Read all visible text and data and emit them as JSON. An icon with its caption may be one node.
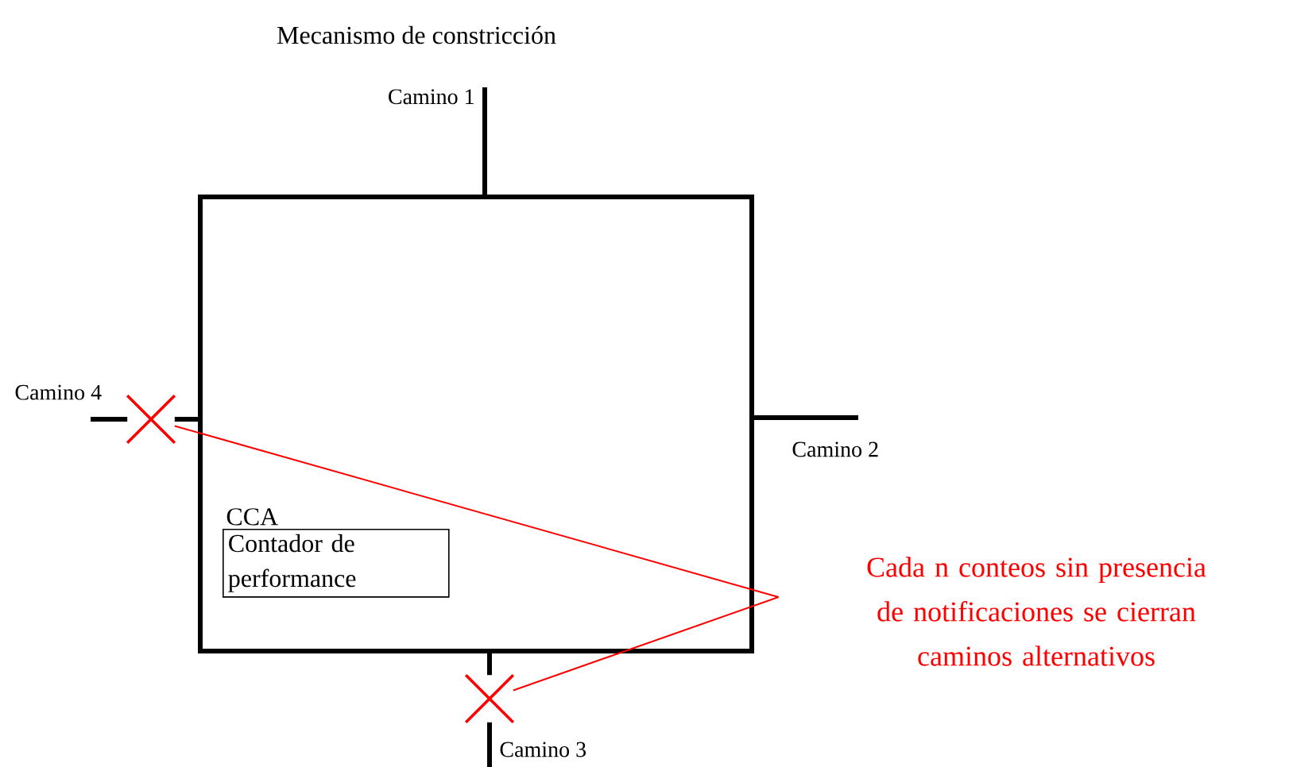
{
  "diagram": {
    "title": "Mecanismo de constricción",
    "nodes": [
      {
        "text": [
          "Camino 1"
        ]
      },
      {
        "text": [],
        "shape": "box"
      },
      {
        "text": [
          "CCA",
          "Contador de performance"
        ],
        "in": 1
      },
      {
        "text": [],
        "shape": "cross"
      },
      {
        "text": [
          "Camino 4"
        ]
      },
      {
        "text": [
          "Camino 2"
        ]
      },
      {
        "text": [
          "Cada n conteos sin presencia de notificaciones se cierran caminos alternativos"
        ]
      },
      {
        "text": [],
        "shape": "cross"
      },
      {
        "text": [
          "Camino 3"
        ]
      }
    ],
    "edges": [
      {
        "from": 1,
        "to": 0,
        "arrow": "none"
      },
      {
        "from": 1,
        "to": 3,
        "arrow": "none"
      },
      {
        "from": 3,
        "to": 4,
        "arrow": "none"
      },
      {
        "from": 1,
        "to": 5,
        "arrow": "none"
      },
      {
        "from": 1,
        "to": 7,
        "arrow": "none"
      },
      {
        "from": 7,
        "to": 8,
        "arrow": "none"
      },
      {
        "from": 6,
        "to": 3,
        "arrow": "none",
        "color": "#ff0000"
      },
      {
        "from": 6,
        "to": 7,
        "arrow": "none",
        "color": "#ff0000"
      }
    ]
  }
}
